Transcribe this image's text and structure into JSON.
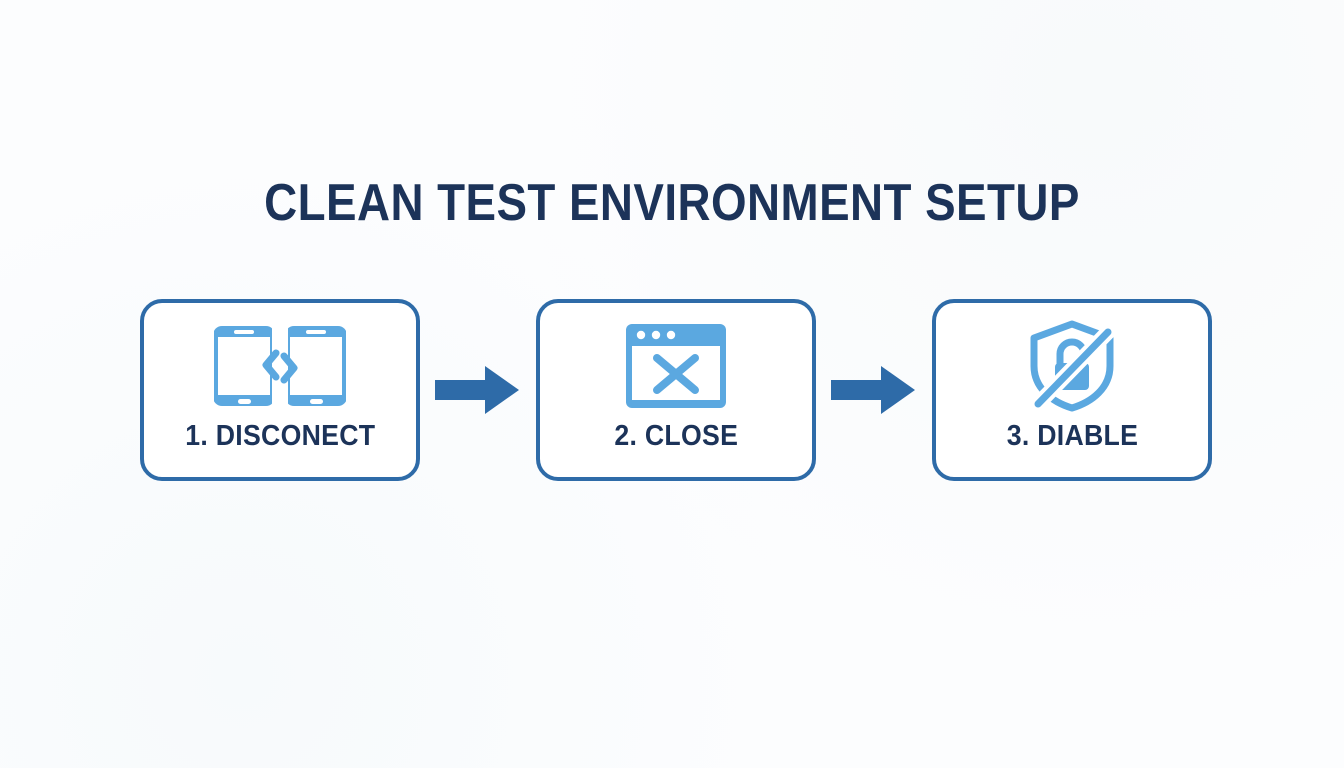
{
  "page": {
    "title": "CLEAN TEST ENVIRONMENT SETUP",
    "background_color": "#fcfdfe"
  },
  "colors": {
    "title_navy": "#1c3359",
    "card_border_blue": "#2e6ba8",
    "icon_light_blue": "#5ba8e0",
    "arrow_blue": "#2e6ba8",
    "card_fill": "#ffffff"
  },
  "steps": [
    {
      "label": "1. DISCONECT",
      "icon": "two-phones-disconnect-icon"
    },
    {
      "label": "2. CLOSE",
      "icon": "browser-window-close-icon"
    },
    {
      "label": "3. DIABLE",
      "icon": "shield-lock-disabled-icon"
    }
  ],
  "arrows": [
    {
      "icon": "arrow-right-icon"
    },
    {
      "icon": "arrow-right-icon"
    }
  ]
}
